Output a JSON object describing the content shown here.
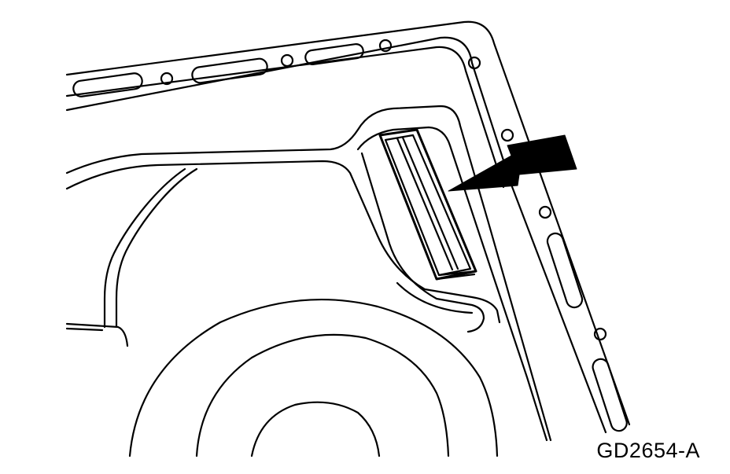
{
  "figure": {
    "reference_code": "GD2654-A",
    "line_color": "#000000",
    "background_color": "#ffffff"
  },
  "parts": {
    "oil_pan": "oil-pan-outline",
    "gasket_flange": "gasket-flange",
    "baffle_pad": "baffle-pad",
    "drain_well": "drain-well-rings"
  },
  "callout": {
    "icon": "arrow-icon"
  }
}
